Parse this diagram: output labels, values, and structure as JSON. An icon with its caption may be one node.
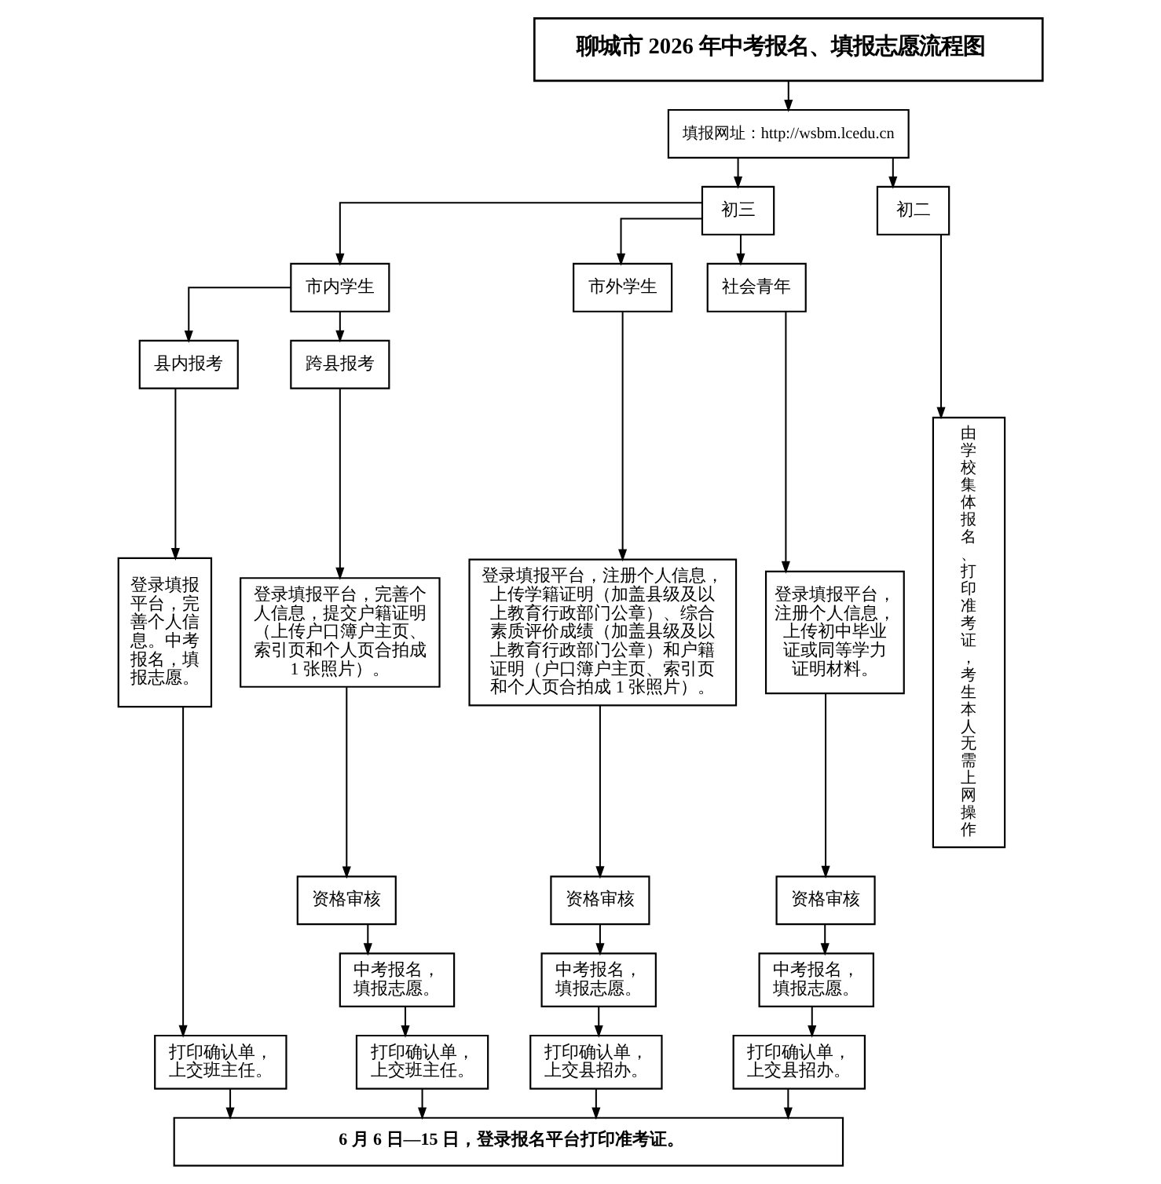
{
  "diagram": {
    "nodes": [
      {
        "text": [
          "聊城市 2026 年中考报名、填报志愿流程图"
        ]
      },
      {
        "text": [
          "填报网址：http://wsbm.lcedu.cn"
        ]
      },
      {
        "text": [
          "初三"
        ]
      },
      {
        "text": [
          "初二"
        ]
      },
      {
        "text": [
          "市内学生"
        ]
      },
      {
        "text": [
          "市外学生"
        ]
      },
      {
        "text": [
          "社会青年"
        ]
      },
      {
        "text": [
          "由学校集体报名、打印准考证，考生本人无需上网操作"
        ]
      },
      {
        "text": [
          "县内报考"
        ]
      },
      {
        "text": [
          "跨县报考"
        ]
      },
      {
        "text": [
          "登录填报平台，完善个人信息。中考报名，填报志愿。"
        ]
      },
      {
        "text": [
          "登录填报平台，完善个人信息，提交户籍证明（上传户口簿户主页、索引页和个人页合拍成 1 张照片）。"
        ]
      },
      {
        "text": [
          "登录填报平台，注册个人信息，上传学籍证明（加盖县级及以上教育行政部门公章）、综合素质评价成绩（加盖县级及以上教育行政部门公章）和户籍证明（户口簿户主页、索引页和个人页合拍成 1 张照片）。"
        ]
      },
      {
        "text": [
          "登录填报平台，注册个人信息，上传初中毕业证或同等学力证明材料。"
        ]
      },
      {
        "text": [
          "资格审核"
        ]
      },
      {
        "text": [
          "资格审核"
        ]
      },
      {
        "text": [
          "资格审核"
        ]
      },
      {
        "text": [
          "中考报名，填报志愿。"
        ]
      },
      {
        "text": [
          "中考报名，填报志愿。"
        ]
      },
      {
        "text": [
          "中考报名，填报志愿。"
        ]
      },
      {
        "text": [
          "打印确认单，上交班主任。"
        ]
      },
      {
        "text": [
          "打印确认单，上交班主任。"
        ]
      },
      {
        "text": [
          "打印确认单，上交县招办。"
        ]
      },
      {
        "text": [
          "打印确认单，上交县招办。"
        ]
      },
      {
        "text": [
          "6 月 6 日—15 日，登录报名平台打印准考证。"
        ]
      }
    ],
    "edges": [
      {
        "from": 0,
        "to": 1,
        "arrow": "to"
      },
      {
        "from": 1,
        "to": 2,
        "arrow": "to"
      },
      {
        "from": 1,
        "to": 3,
        "arrow": "to"
      },
      {
        "from": 2,
        "to": 4,
        "arrow": "to"
      },
      {
        "from": 2,
        "to": 5,
        "arrow": "to"
      },
      {
        "from": 2,
        "to": 6,
        "arrow": "to"
      },
      {
        "from": 3,
        "to": 7,
        "arrow": "to"
      },
      {
        "from": 4,
        "to": 8,
        "arrow": "to"
      },
      {
        "from": 4,
        "to": 9,
        "arrow": "to"
      },
      {
        "from": 8,
        "to": 10,
        "arrow": "to"
      },
      {
        "from": 9,
        "to": 11,
        "arrow": "to"
      },
      {
        "from": 5,
        "to": 12,
        "arrow": "to"
      },
      {
        "from": 6,
        "to": 13,
        "arrow": "to"
      },
      {
        "from": 11,
        "to": 14,
        "arrow": "to"
      },
      {
        "from": 12,
        "to": 15,
        "arrow": "to"
      },
      {
        "from": 13,
        "to": 16,
        "arrow": "to"
      },
      {
        "from": 14,
        "to": 17,
        "arrow": "to"
      },
      {
        "from": 15,
        "to": 18,
        "arrow": "to"
      },
      {
        "from": 16,
        "to": 19,
        "arrow": "to"
      },
      {
        "from": 10,
        "to": 20,
        "arrow": "to"
      },
      {
        "from": 17,
        "to": 21,
        "arrow": "to"
      },
      {
        "from": 18,
        "to": 22,
        "arrow": "to"
      },
      {
        "from": 19,
        "to": 23,
        "arrow": "to"
      },
      {
        "from": 20,
        "to": 24,
        "arrow": "to"
      },
      {
        "from": 21,
        "to": 24,
        "arrow": "to"
      },
      {
        "from": 22,
        "to": 24,
        "arrow": "to"
      },
      {
        "from": 23,
        "to": 24,
        "arrow": "to"
      }
    ]
  }
}
